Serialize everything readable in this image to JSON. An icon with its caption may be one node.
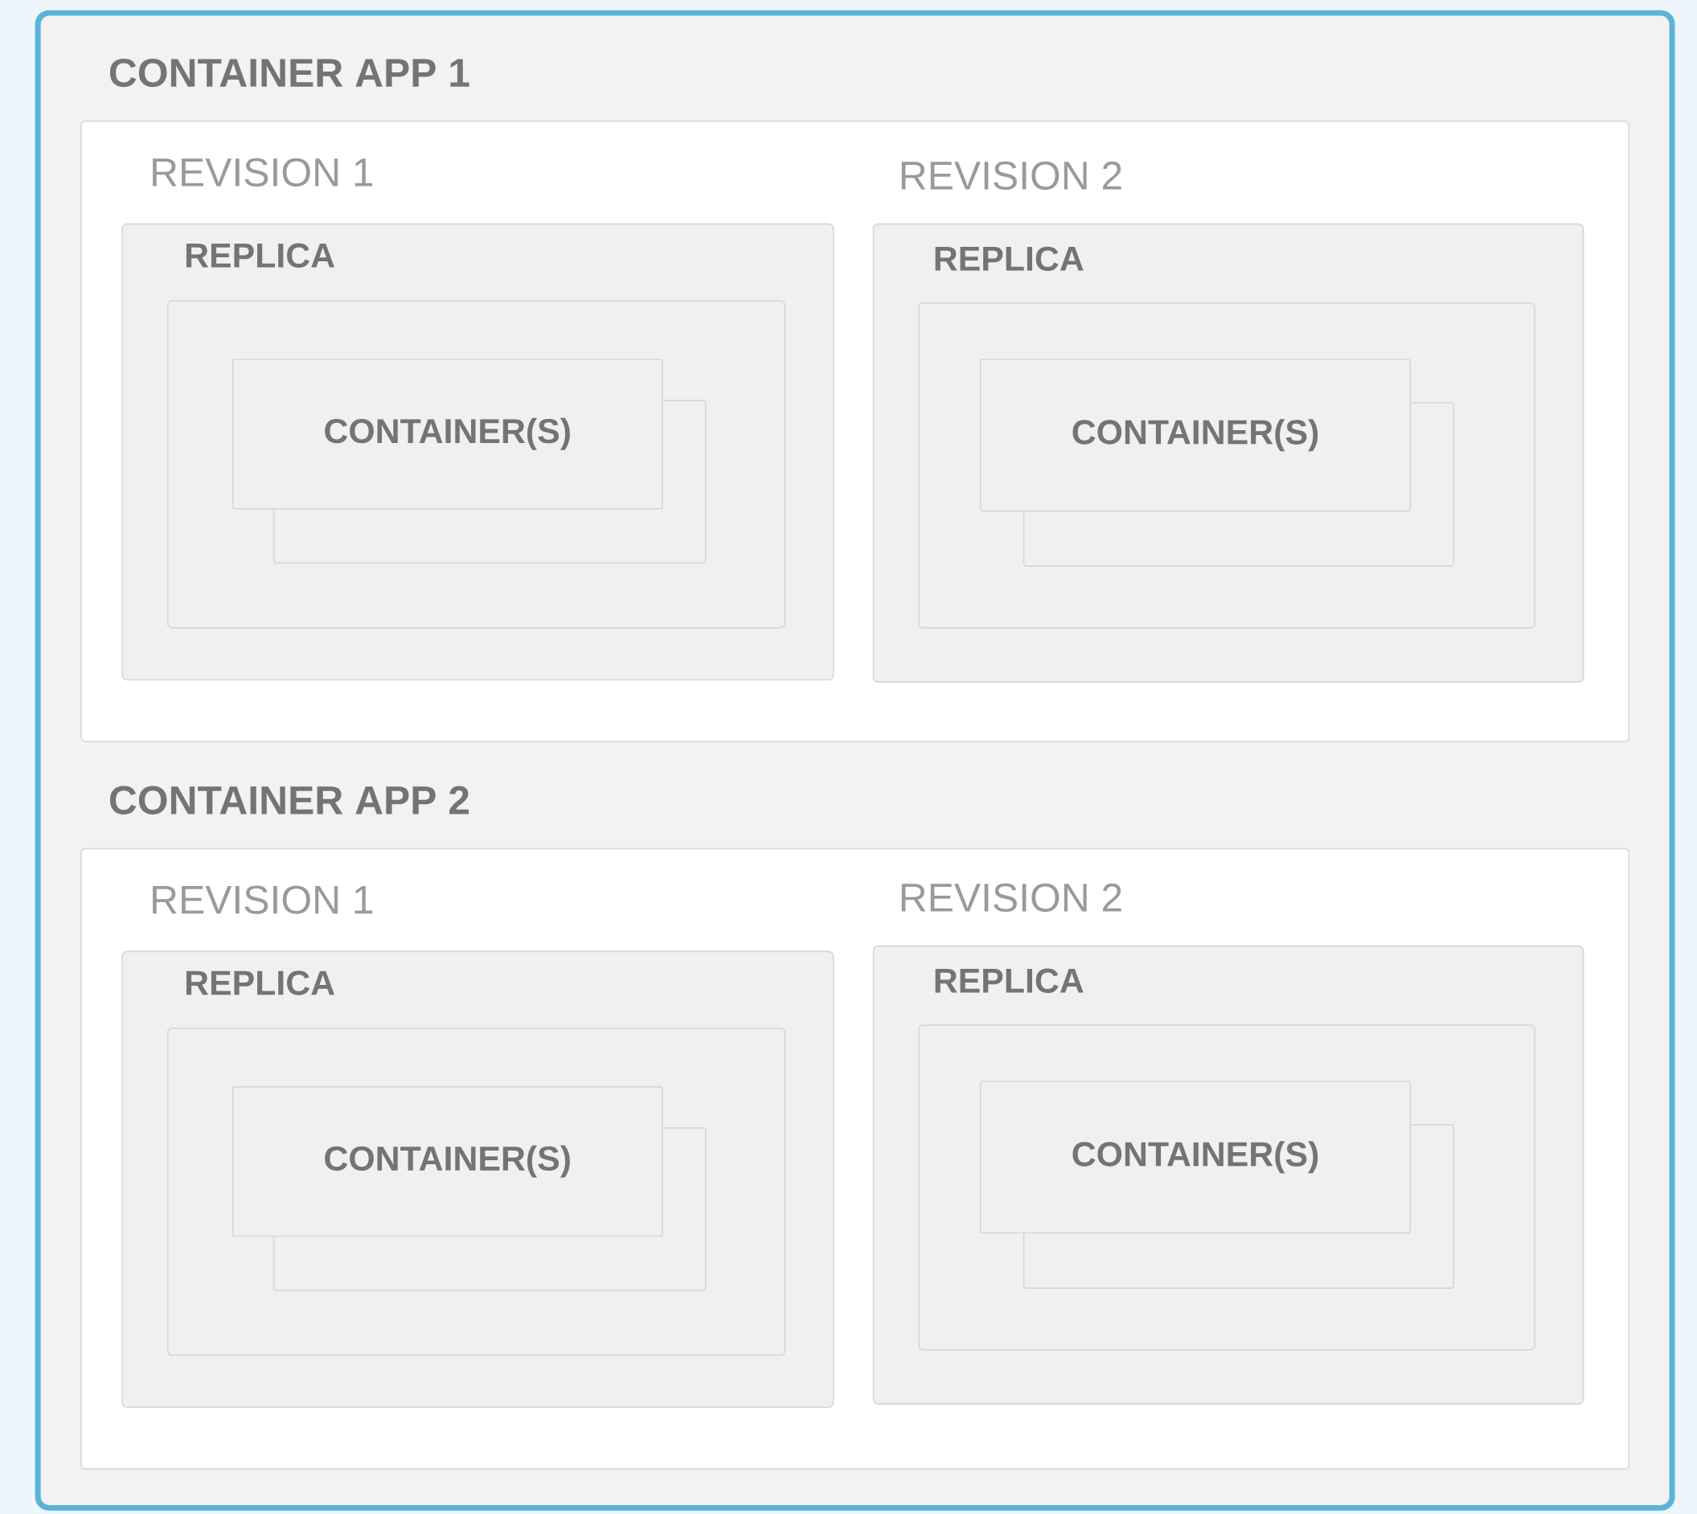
{
  "diagram": {
    "nodes": [
      {
        "text": [],
        "shape": "box"
      },
      {
        "text": [
          "CONTAINER APP 1"
        ],
        "in": 0
      },
      {
        "text": [
          "REVISION 1"
        ],
        "in": 1
      },
      {
        "text": [
          "REPLICA"
        ],
        "in": 2
      },
      {
        "text": [
          "CONTAINER(S)"
        ],
        "in": 3
      },
      {
        "text": [],
        "shape": "box",
        "in": 3
      },
      {
        "text": [
          "REVISION 2"
        ],
        "in": 1
      },
      {
        "text": [
          "REPLICA"
        ],
        "in": 6
      },
      {
        "text": [
          "CONTAINER(S)"
        ],
        "in": 7
      },
      {
        "text": [],
        "shape": "box",
        "in": 7
      },
      {
        "text": [
          "CONTAINER APP 2"
        ],
        "in": 0
      },
      {
        "text": [
          "REVISION 1"
        ],
        "in": 10
      },
      {
        "text": [
          "REPLICA"
        ],
        "in": 11
      },
      {
        "text": [
          "CONTAINER(S)"
        ],
        "in": 12
      },
      {
        "text": [],
        "shape": "box",
        "in": 12
      },
      {
        "text": [
          "REVISION 2"
        ],
        "in": 10
      },
      {
        "text": [
          "REPLICA"
        ],
        "in": 15
      },
      {
        "text": [
          "CONTAINER(S)"
        ],
        "in": 16
      },
      {
        "text": [],
        "shape": "box",
        "in": 16
      }
    ]
  }
}
